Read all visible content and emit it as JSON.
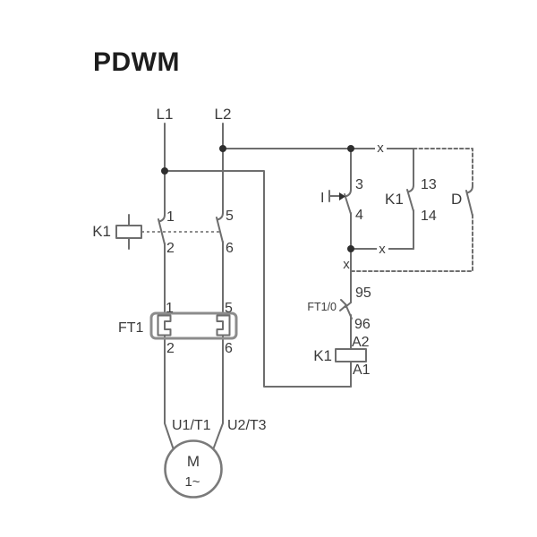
{
  "title": "PDWM",
  "colors": {
    "wire": "#6e6e6e",
    "text": "#3a3a3a",
    "title": "#1d1d1d",
    "junction_dot": "#2e2e2e",
    "device_box": "#8c8c8c"
  },
  "power": {
    "line1": "L1",
    "line2": "L2",
    "contactor": {
      "label": "K1",
      "pole1_top": "1",
      "pole1_bottom": "2",
      "pole2_top": "5",
      "pole2_bottom": "6"
    },
    "overload_relay": {
      "label": "FT1",
      "pole1_top": "1",
      "pole1_bottom": "2",
      "pole2_top": "5",
      "pole2_bottom": "6"
    },
    "motor": {
      "symbol": "M",
      "phase": "1~",
      "terminal_left": "U1/T1",
      "terminal_right": "U2/T3"
    }
  },
  "control": {
    "start_button": {
      "label": "I",
      "terminal_top": "3",
      "terminal_bottom": "4"
    },
    "holding_contact": {
      "label": "K1",
      "terminal_top": "13",
      "terminal_bottom": "14"
    },
    "remote_contact": {
      "label": "D"
    },
    "overload_contact": {
      "label": "FT1/0",
      "terminal_top": "95",
      "terminal_bottom": "96"
    },
    "coil": {
      "label": "K1",
      "terminal_top": "A2",
      "terminal_bottom": "A1"
    },
    "terminal_marks": {
      "top": "x",
      "bottom": "x",
      "mid": "x"
    }
  }
}
